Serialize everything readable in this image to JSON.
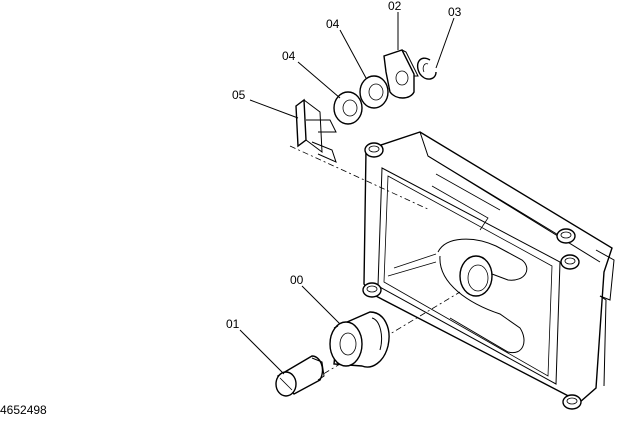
{
  "diagram": {
    "document_number": "4652498",
    "callouts": {
      "c00": "00",
      "c01": "01",
      "c02": "02",
      "c03": "03",
      "c04a": "04",
      "c04b": "04",
      "c05": "05"
    }
  }
}
